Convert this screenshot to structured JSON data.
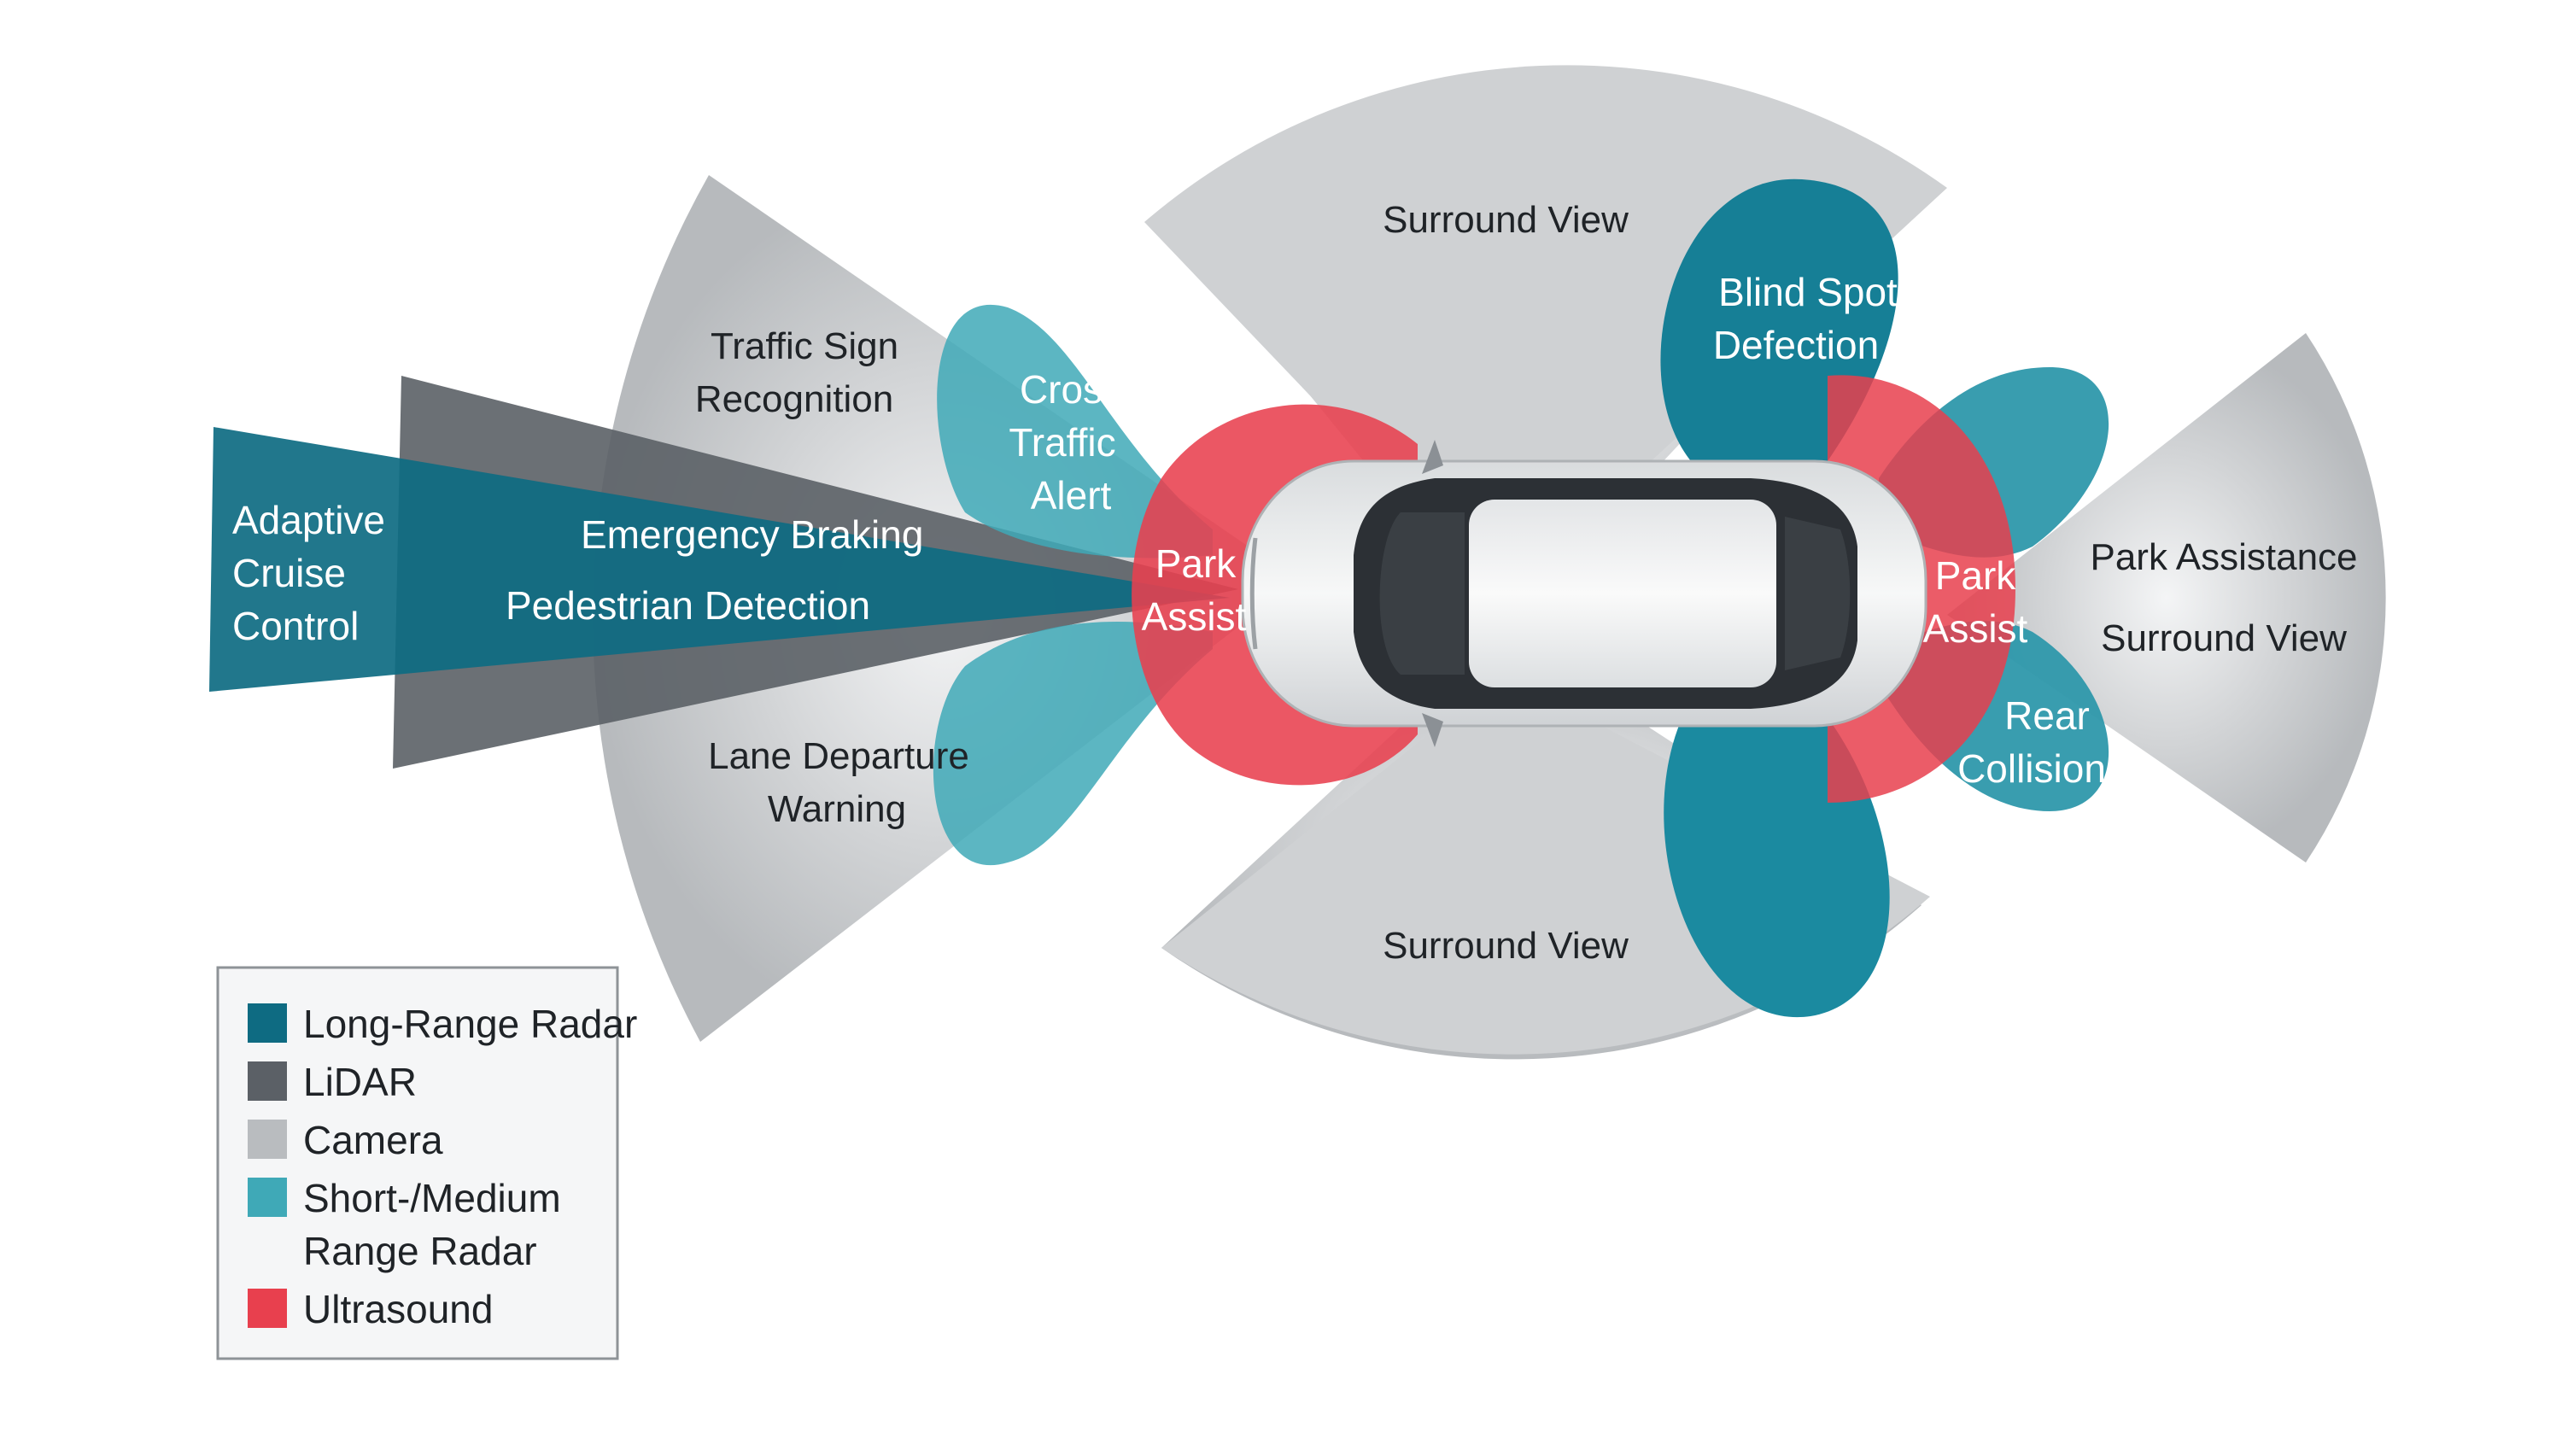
{
  "labels": {
    "adaptive_cruise_control": [
      "Adaptive",
      "Cruise",
      "Control"
    ],
    "emergency_braking": "Emergency Braking",
    "pedestrian_detection": "Pedestrian Detection",
    "traffic_sign_recognition": [
      "Traffic Sign",
      "Recognition"
    ],
    "lane_departure_warning": [
      "Lane Departure",
      "Warning"
    ],
    "cross_traffic_alert": [
      "Cross",
      "Traffic",
      "Alert"
    ],
    "park_assist_front": [
      "Park",
      "Assist"
    ],
    "surround_view_top": "Surround View",
    "surround_view_bottom": "Surround View",
    "blind_spot": [
      "Blind Spot",
      "Defection"
    ],
    "park_assist_rear": [
      "Park",
      "Assist"
    ],
    "rear_collision": [
      "Rear",
      "Collision"
    ],
    "park_assistance": "Park Assistance",
    "surround_view_rear": "Surround View"
  },
  "legend": [
    {
      "label": [
        "Long-Range Radar"
      ],
      "color": "#0e6b82"
    },
    {
      "label": [
        "LiDAR"
      ],
      "color": "#5b6066"
    },
    {
      "label": [
        "Camera"
      ],
      "color": "#b9bcbf"
    },
    {
      "label": [
        "Short-/Medium",
        "Range Radar"
      ],
      "color": "#3fa9b7"
    },
    {
      "label": [
        "Ultrasound"
      ],
      "color": "#e8404e"
    }
  ],
  "colors": {
    "long_range_radar": "#0e6b82",
    "lidar": "#5b6066",
    "camera": "#b9bcbf",
    "short_medium_radar": "#3fa9b7",
    "ultrasound": "#e8404e"
  }
}
